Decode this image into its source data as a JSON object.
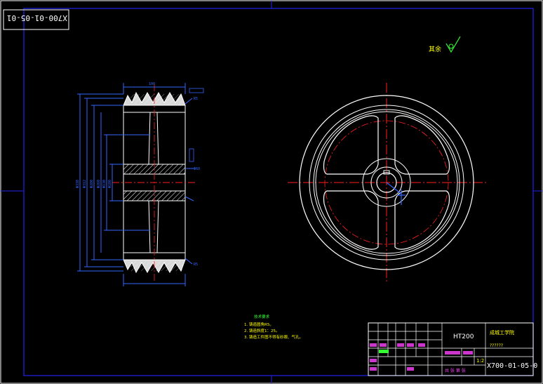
{
  "drawing_number": "X700-01-05-01",
  "drawing_number_rotated": "X700-01-05-01",
  "roughness_note": "其余",
  "tech_requirements": {
    "title": "技术要求",
    "items": [
      "1. 铸造圆角R5。",
      "2. 铸造斜度1：25。",
      "3. 铸造工件图不得有砂眼、气孔。"
    ]
  },
  "title_block": {
    "material": "HT200",
    "school": "成城工学院",
    "part_name": "??????",
    "scale": "1:2",
    "drawing_number": "X700-01-05-0",
    "sheet_text": "共  张 第  张"
  },
  "dim_labels": {
    "d1": "Φ338",
    "d2": "Φ312",
    "d3": "Φ280",
    "d4": "Φ260",
    "d5": "Φ130",
    "d6": "Φ100",
    "r1": "R5",
    "r2": "R5",
    "w1": "100",
    "w2": "Φ60"
  },
  "colors": {
    "frame": "#2222ee",
    "outline": "#ffffff",
    "center": "#ff2020",
    "dim": "#3366ff",
    "text_yellow": "#ffff00",
    "text_green": "#33ff33",
    "text_magenta": "#ff44ff",
    "hatch": "#ffffff"
  }
}
